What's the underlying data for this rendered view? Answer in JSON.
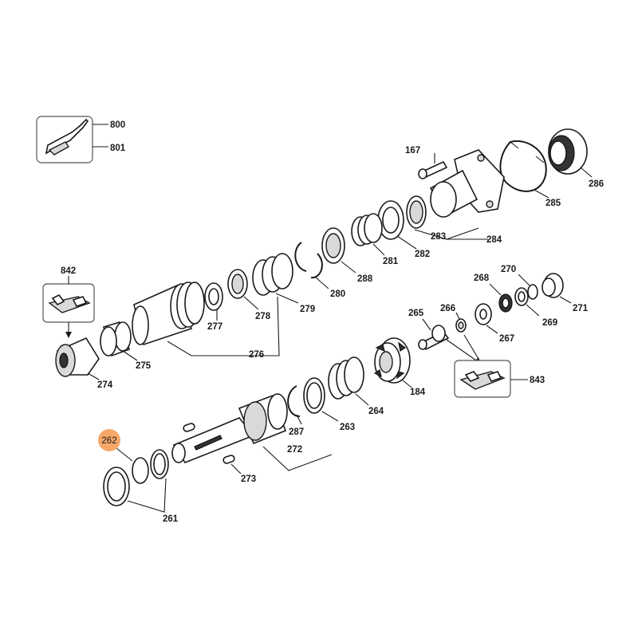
{
  "highlight": {
    "label": "262",
    "color": "#f5a86a"
  },
  "labels": {
    "l800": "800",
    "l801": "801",
    "l167": "167",
    "l286": "286",
    "l285": "285",
    "l283": "283",
    "l284": "284",
    "l281": "281",
    "l282": "282",
    "l288": "288",
    "l280": "280",
    "l279": "279",
    "l278": "278",
    "l277": "277",
    "l276": "276",
    "l842": "842",
    "l274": "274",
    "l275": "275",
    "l270": "270",
    "l268": "268",
    "l271": "271",
    "l269": "269",
    "l265": "265",
    "l266": "266",
    "l267": "267",
    "l843": "843",
    "l184": "184",
    "l264": "264",
    "l263": "263",
    "l287": "287",
    "l272": "272",
    "l273": "273",
    "l261": "261"
  }
}
